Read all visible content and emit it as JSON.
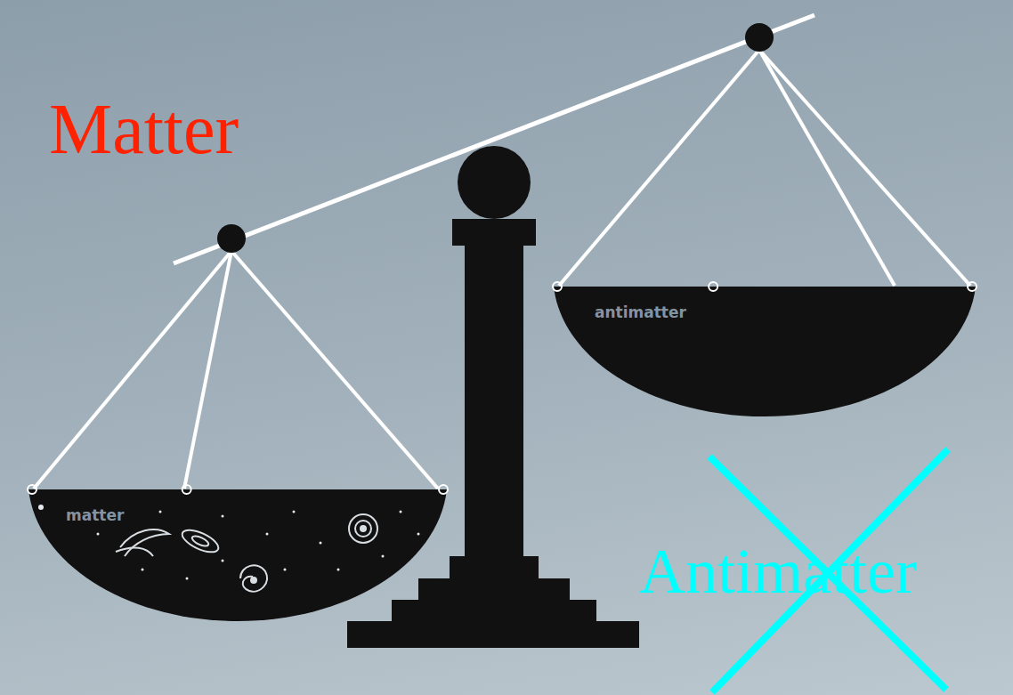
{
  "diagram": {
    "nodes": [
      {
        "text": [
          "antimatter"
        ]
      },
      {
        "text": [
          "matter"
        ]
      }
    ],
    "labels": [
      "Matter",
      "Antimatter"
    ]
  }
}
